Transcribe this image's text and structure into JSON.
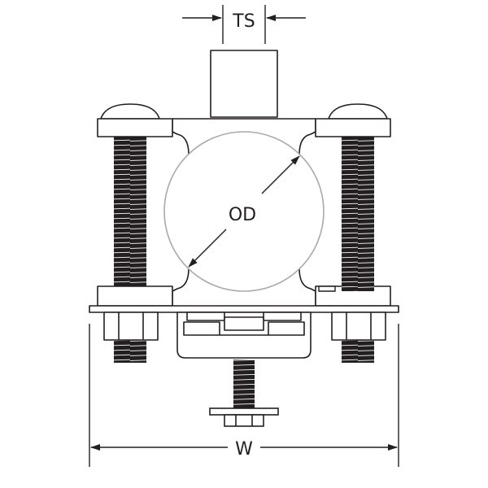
{
  "labels": {
    "ts": "TS",
    "od": "OD",
    "w": "W"
  },
  "colors": {
    "line": "#231f20",
    "fill": "#ffffff",
    "pipe": "#a7a9ac",
    "thread": "#231f20"
  }
}
